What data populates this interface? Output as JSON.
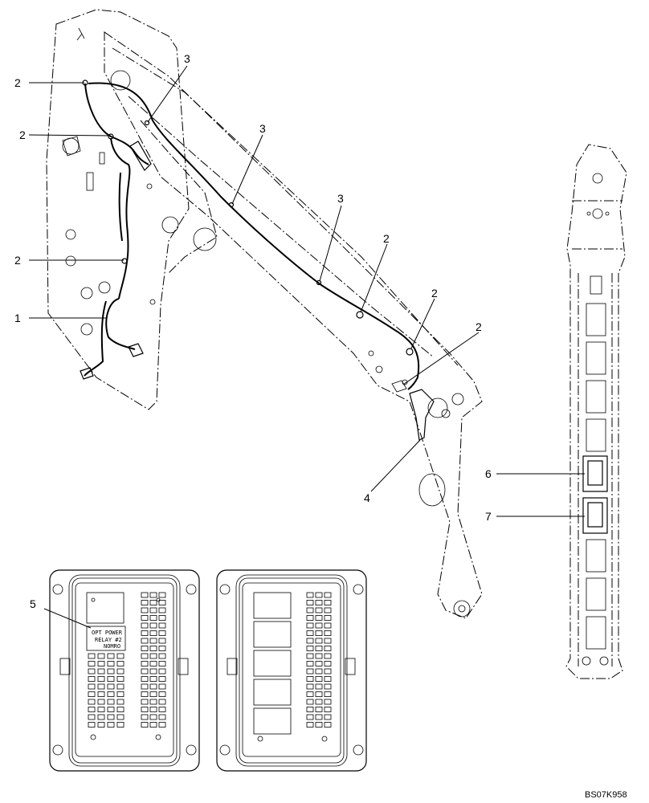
{
  "callouts": [
    {
      "id": "c1",
      "text": "1"
    },
    {
      "id": "c2a",
      "text": "2"
    },
    {
      "id": "c2b",
      "text": "2"
    },
    {
      "id": "c2c",
      "text": "2"
    },
    {
      "id": "c2d",
      "text": "2"
    },
    {
      "id": "c2e",
      "text": "2"
    },
    {
      "id": "c2f",
      "text": "2"
    },
    {
      "id": "c3a",
      "text": "3"
    },
    {
      "id": "c3b",
      "text": "3"
    },
    {
      "id": "c3c",
      "text": "3"
    },
    {
      "id": "c4",
      "text": "4"
    },
    {
      "id": "c5",
      "text": "5"
    },
    {
      "id": "c6",
      "text": "6"
    },
    {
      "id": "c7",
      "text": "7"
    }
  ],
  "relay_label": {
    "line1": "OPT POWER",
    "line2": "RELAY #2"
  },
  "brand_mark": "NOMRO",
  "drawing_ref": "BS07K958"
}
